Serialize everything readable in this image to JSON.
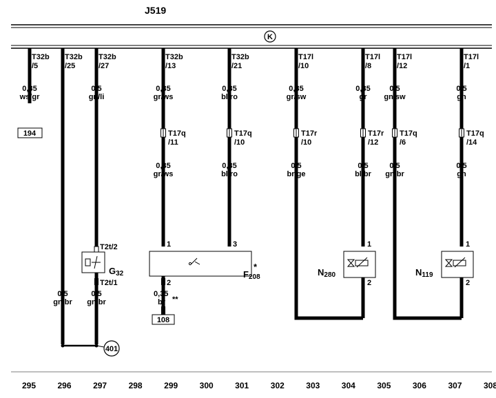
{
  "module": {
    "name": "J519",
    "symbol": "K"
  },
  "wires": [
    {
      "conn": "T32b",
      "pin": "/5",
      "size": "0,35",
      "color": "ws/gr",
      "ref": "194"
    },
    {
      "conn": "T32b",
      "pin": "/25",
      "size2": "0,5",
      "color2": "gn/br"
    },
    {
      "conn": "T32b",
      "pin": "/27",
      "size": "0,5",
      "color": "gn/li",
      "plug2": "T2t/2",
      "plug3": "T2t/1",
      "size2": "0,5",
      "color2": "gn/br"
    },
    {
      "conn": "T32b",
      "pin": "/13",
      "size": "0,35",
      "color": "gr/ws",
      "plug": "T17q",
      "plugpin": "/11",
      "size2": "0,35",
      "color2": "gr/ws",
      "pin_in": "1"
    },
    {
      "conn": "T32b",
      "pin": "/21",
      "size": "0,35",
      "color": "bl/ro",
      "plug": "T17q",
      "plugpin": "/10",
      "size2": "0,35",
      "color2": "bl/ro",
      "pin_in": "3"
    },
    {
      "conn": "T17l",
      "pin": "/10",
      "size": "0,35",
      "color": "gr/sw",
      "plug": "T17r",
      "plugpin": "/10",
      "size2": "0,5",
      "color2": "br/ge"
    },
    {
      "conn": "T17l",
      "pin": "/8",
      "size": "0,35",
      "color": "gr",
      "plug": "T17r",
      "plugpin": "/12",
      "size2": "0,5",
      "color2": "bl/br",
      "pin_top": "1",
      "pin_bot": "2"
    },
    {
      "conn": "T17l",
      "pin": "/12",
      "size": "0,5",
      "color": "gn/sw",
      "plug": "T17q",
      "plugpin": "/6",
      "size2": "0,5",
      "color2": "gn/br"
    },
    {
      "conn": "T17l",
      "pin": "/1",
      "size": "0,5",
      "color": "gn",
      "plug": "T17q",
      "plugpin": "/14",
      "size2": "0,5",
      "color2": "gn",
      "pin_top": "1",
      "pin_bot": "2"
    }
  ],
  "components": {
    "g32": {
      "label": "G",
      "sub": "32"
    },
    "f208": {
      "label": "F",
      "sub": "208",
      "star": "*",
      "pin_out": "2",
      "size": "0,35",
      "color": "br",
      "stars": "**",
      "ref": "108"
    },
    "n280": {
      "label": "N",
      "sub": "280"
    },
    "n119": {
      "label": "N",
      "sub": "119"
    },
    "ground": {
      "ref": "401"
    }
  },
  "columns": [
    "295",
    "296",
    "297",
    "298",
    "299",
    "300",
    "301",
    "302",
    "303",
    "304",
    "305",
    "306",
    "307",
    "308"
  ]
}
